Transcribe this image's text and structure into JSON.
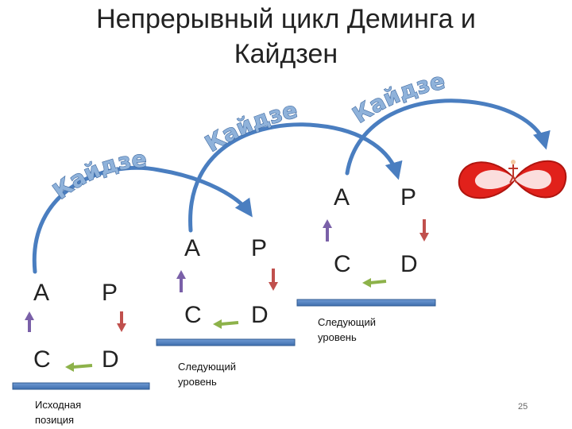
{
  "title": "Непрерывный цикл Деминга и Кайдзен",
  "kaizen_label": "Кайдзен",
  "pdca": {
    "a": "A",
    "p": "P",
    "c": "C",
    "d": "D"
  },
  "captions": {
    "start": "Исходная\nпозиция",
    "next_level": "Следующий\nуровень"
  },
  "page_number": "25",
  "colors": {
    "arc": "#4a7ec0",
    "platform": "#4a7ec0",
    "up_arrow": "#7a60a8",
    "down_arrow": "#c0504d",
    "left_arrow": "#8db24a",
    "goal_logo": "#e1211b"
  }
}
